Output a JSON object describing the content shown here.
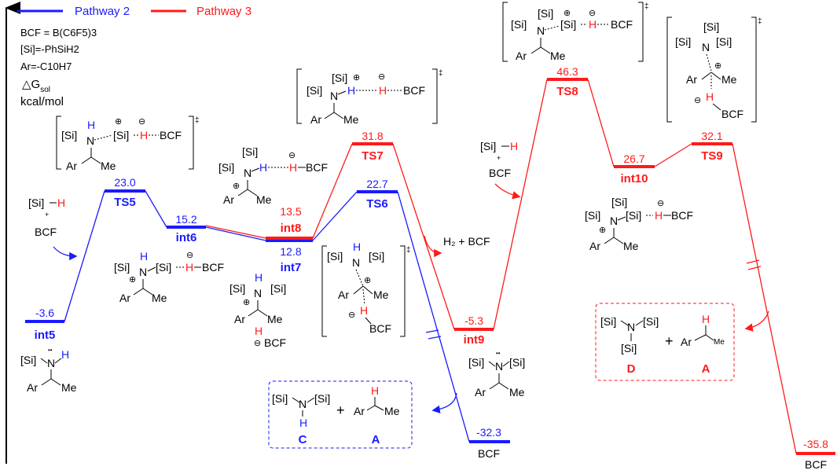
{
  "legend": {
    "pathway2": "Pathway 2",
    "pathway3": "Pathway 3",
    "colors": {
      "pathway2": "#1a1aff",
      "pathway3": "#ff1a1a"
    }
  },
  "info": {
    "bcf": "BCF = B(C6F5)3",
    "si": "[Si]=-PhSiH2",
    "ar": "Ar=-C10H7",
    "g": "△G",
    "gsub": "sol",
    "units": "kcal/mol"
  },
  "chart_data": {
    "type": "energy-profile",
    "units": "kcal/mol",
    "pathways": [
      {
        "name": "Pathway 2",
        "color": "#1a1aff",
        "states": [
          {
            "label": "int5",
            "energy": -3.6
          },
          {
            "label": "TS5",
            "energy": 23.0
          },
          {
            "label": "int6",
            "energy": 15.2
          },
          {
            "label": "int7",
            "energy": 12.8
          },
          {
            "label": "TS6",
            "energy": 22.7
          },
          {
            "label": "BCF",
            "energy": -32.3
          }
        ]
      },
      {
        "name": "Pathway 3",
        "color": "#ff1a1a",
        "states": [
          {
            "label": "int8",
            "energy": 13.5
          },
          {
            "label": "TS7",
            "energy": 31.8
          },
          {
            "label": "int9",
            "energy": -5.3
          },
          {
            "label": "TS8",
            "energy": 46.3
          },
          {
            "label": "int10",
            "energy": 26.7
          },
          {
            "label": "TS9",
            "energy": 32.1
          },
          {
            "label": "BCF",
            "energy": -35.8
          }
        ]
      }
    ]
  },
  "levels": {
    "int5": {
      "value": "-3.6",
      "name": "int5"
    },
    "ts5": {
      "value": "23.0",
      "name": "TS5"
    },
    "int6": {
      "value": "15.2",
      "name": "int6"
    },
    "int8": {
      "value": "13.5",
      "name": "int8"
    },
    "int7": {
      "value": "12.8",
      "name": "int7"
    },
    "ts6": {
      "value": "22.7",
      "name": "TS6"
    },
    "ts7": {
      "value": "31.8",
      "name": "TS7"
    },
    "bcf2": {
      "value": "-32.3",
      "name": "BCF"
    },
    "int9": {
      "value": "-5.3",
      "name": "int9"
    },
    "ts8": {
      "value": "46.3",
      "name": "TS8"
    },
    "int10": {
      "value": "26.7",
      "name": "int10"
    },
    "ts9": {
      "value": "32.1",
      "name": "TS9"
    },
    "bcf3": {
      "value": "-35.8",
      "name": "BCF"
    }
  },
  "chem": {
    "si": "[Si]",
    "n": "N",
    "h": "H",
    "ar": "Ar",
    "me": "Me",
    "bcf": "BCF",
    "plus": "+",
    "oplus": "⊕",
    "ominus": "⊖",
    "dagger": "‡",
    "lonepair": "••",
    "h2bcf": "H₂ + BCF",
    "boxC": {
      "letter": "C",
      "product": "A"
    },
    "boxD": {
      "letter": "D",
      "product": "A"
    }
  }
}
